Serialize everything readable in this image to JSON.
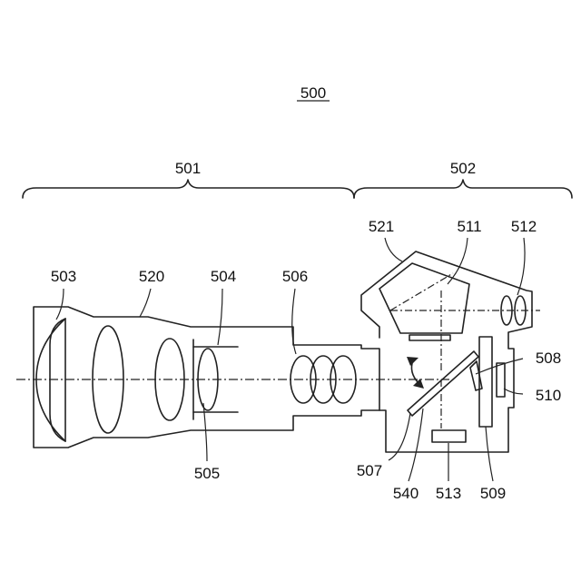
{
  "figure": {
    "title": "500",
    "labels": {
      "l501": "501",
      "l502": "502",
      "l503": "503",
      "l504": "504",
      "l505": "505",
      "l506": "506",
      "l507": "507",
      "l508": "508",
      "l509": "509",
      "l510": "510",
      "l511": "511",
      "l512": "512",
      "l513": "513",
      "l520": "520",
      "l521": "521",
      "l540": "540"
    }
  }
}
